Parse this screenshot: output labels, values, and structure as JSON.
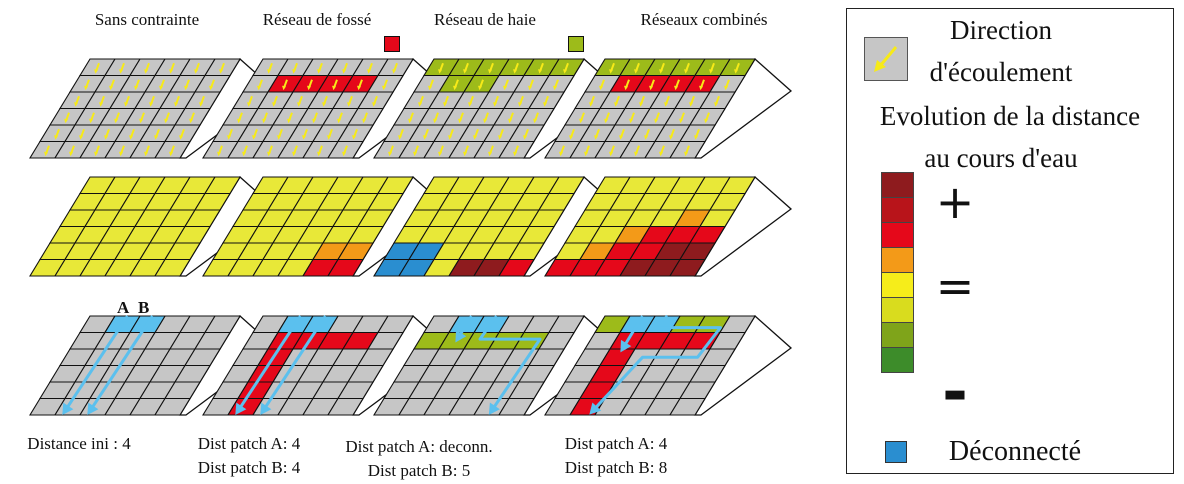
{
  "columns": [
    {
      "title": "Sans contrainte",
      "caption_1": "Distance ini : 4",
      "caption_2": ""
    },
    {
      "title": "Réseau de fossé",
      "caption_1": "Dist patch A: 4",
      "caption_2": "Dist patch B: 4"
    },
    {
      "title": "Réseau de haie",
      "caption_1": "Dist patch A: deconn.",
      "caption_2": "Dist patch B: 5"
    },
    {
      "title": "Réseaux combinés",
      "caption_1": "Dist patch A: 4",
      "caption_2": "Dist patch B: 8"
    }
  ],
  "patch_labels": {
    "a": "A",
    "b": "B"
  },
  "legend": {
    "flow_line1": "Direction",
    "flow_line2": "d'écoulement",
    "dist_line1": "Evolution de la distance",
    "dist_line2": "au cours d'eau",
    "plus": "+",
    "equal": "=",
    "minus": "-",
    "disconnected": "Déconnecté"
  },
  "colors": {
    "grey": "#c6c6c6",
    "ditch_red": "#e5081a",
    "hedge_green": "#9dbb1a",
    "arrow_yellow": "#f7ea18",
    "yellow": "#e8e838",
    "orange": "#f39a18",
    "dark_red": "#8e1b1e",
    "blue": "#2a8ed0",
    "flow_blue": "#5bc0ee",
    "scale": [
      "#8e1b1e",
      "#b8141a",
      "#e5081a",
      "#f39a18",
      "#f6ed1a",
      "#d9dc1e",
      "#7fa41a",
      "#3d8c2a"
    ]
  },
  "rows": [
    {
      "kind": "flow",
      "grids": [
        {
          "cells": [],
          "ditch": [],
          "hedge": [],
          "flowpaths": []
        },
        {
          "cells": [],
          "ditch": [
            [
              1,
              4
            ],
            [
              2,
              4
            ],
            [
              3,
              4
            ],
            [
              4,
              4
            ]
          ],
          "hedge": [],
          "flowpaths": []
        },
        {
          "cells": [],
          "ditch": [],
          "hedge": [
            [
              0,
              5
            ],
            [
              1,
              5
            ],
            [
              2,
              5
            ],
            [
              3,
              5
            ],
            [
              4,
              5
            ],
            [
              5,
              5
            ],
            [
              1,
              4
            ],
            [
              2,
              4
            ]
          ],
          "flowpaths": []
        },
        {
          "cells": [],
          "ditch": [
            [
              1,
              4
            ],
            [
              2,
              4
            ],
            [
              3,
              4
            ],
            [
              4,
              4
            ]
          ],
          "hedge": [
            [
              0,
              5
            ],
            [
              1,
              5
            ],
            [
              2,
              5
            ],
            [
              3,
              5
            ],
            [
              4,
              5
            ],
            [
              5,
              5
            ]
          ],
          "flowpaths": []
        }
      ]
    },
    {
      "kind": "distance",
      "grids": [
        {
          "cells": [
            "yyyyyy",
            "yyyyyy",
            "yyyyyy",
            "yyyyyy",
            "yyyyyy",
            "yyyyyy"
          ]
        },
        {
          "cells": [
            "yyyyyy",
            "yyyyyy",
            "yyyyyy",
            "yyyyyy",
            "yyyyoo",
            "yyyyrr"
          ]
        },
        {
          "cells": [
            "yyyyyy",
            "yyyyyy",
            "yyyyyy",
            "yyyyyy",
            "bbyyyy",
            "bbyddr"
          ]
        },
        {
          "cells": [
            "yyyyyy",
            "yyyyyy",
            "yyyyoy",
            "yyorrr",
            "yorrdd",
            "rrrddd"
          ]
        }
      ]
    },
    {
      "kind": "paths",
      "grids": [
        {
          "ditch": [],
          "hedge": [],
          "flowpaths": [
            [
              [
                1.5,
                6
              ],
              [
                1.3,
                0.2
              ]
            ],
            [
              [
                2.5,
                6
              ],
              [
                2.3,
                0.2
              ]
            ]
          ]
        },
        {
          "ditch": [
            [
              1,
              4
            ],
            [
              2,
              4
            ],
            [
              3,
              4
            ],
            [
              4,
              4
            ],
            [
              1,
              3
            ],
            [
              1,
              2
            ],
            [
              1,
              1
            ],
            [
              1,
              0
            ]
          ],
          "hedge": [],
          "flowpaths": [
            [
              [
                1.5,
                6
              ],
              [
                1.3,
                0.2
              ]
            ],
            [
              [
                2.5,
                6
              ],
              [
                2.3,
                0.2
              ]
            ]
          ]
        },
        {
          "ditch": [],
          "hedge": [
            [
              0,
              4
            ],
            [
              1,
              4
            ],
            [
              2,
              4
            ],
            [
              3,
              4
            ],
            [
              4,
              4
            ]
          ],
          "flowpaths": [
            [
              [
                2.5,
                6
              ],
              [
                2.4,
                4.6
              ],
              [
                4.8,
                4.6
              ],
              [
                4.6,
                0.2
              ]
            ],
            [
              [
                1.5,
                6
              ],
              [
                1.5,
                4.6
              ]
            ]
          ]
        },
        {
          "ditch": [
            [
              1,
              4
            ],
            [
              2,
              4
            ],
            [
              3,
              4
            ],
            [
              4,
              4
            ],
            [
              1,
              3
            ],
            [
              1,
              2
            ],
            [
              1,
              1
            ],
            [
              1,
              0
            ]
          ],
          "hedge": [
            [
              0,
              5
            ],
            [
              1,
              5
            ],
            [
              2,
              5
            ],
            [
              3,
              5
            ],
            [
              4,
              5
            ],
            [
              2,
              4
            ],
            [
              3,
              4
            ]
          ],
          "flowpaths": [
            [
              [
                2.5,
                6
              ],
              [
                2.2,
                5.3
              ],
              [
                4.9,
                5.3
              ],
              [
                4.7,
                3.5
              ],
              [
                2.5,
                3.5
              ],
              [
                1.8,
                0.2
              ]
            ],
            [
              [
                1.5,
                6
              ],
              [
                1.5,
                4
              ]
            ]
          ]
        }
      ]
    }
  ]
}
